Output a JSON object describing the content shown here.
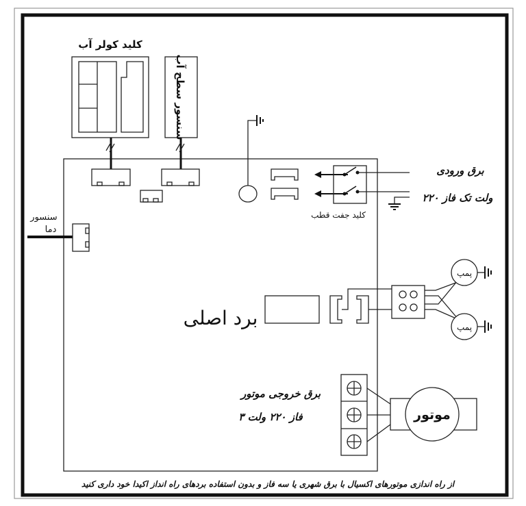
{
  "labels": {
    "cooler_key": "کلید کولر آب",
    "water_level_sensor": "سنسور سطح آب",
    "input_power": "برق ورودی",
    "single_phase": "۲۲۰ ولت تک فاز",
    "double_pole_switch": "کلید جفت قطب",
    "temp_sensor_line1": "سنسور",
    "temp_sensor_line2": "دما",
    "main_board": "برد اصلی",
    "pump_1": "پمپ",
    "pump_2": "پمپ",
    "motor": "موتور",
    "motor_output_line1": "برق خروجی موتور",
    "motor_output_line2": "۳ فاز ۲۲۰ ولت"
  },
  "footer_warning": "از راه اندازی موتورهای اکسیال با برق شهری یا سه فاز و بدون استفاده بردهای راه انداز اکیدا خود داری کنید"
}
